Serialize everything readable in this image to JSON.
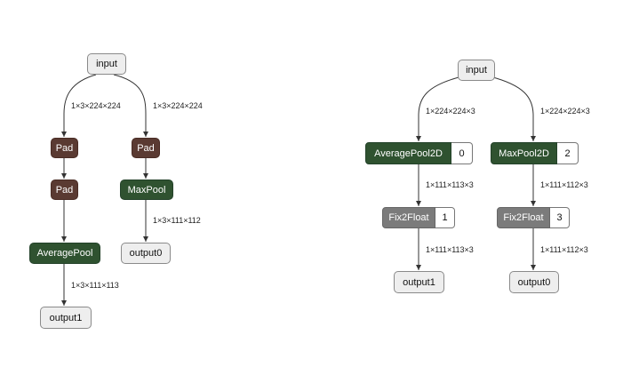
{
  "left_graph": {
    "nodes": {
      "input": "input",
      "pad_a": "Pad",
      "pad_b": "Pad",
      "pad_c": "Pad",
      "maxpool": "MaxPool",
      "averagepool": "AveragePool",
      "output0": "output0",
      "output1": "output1"
    },
    "edges": {
      "input_left": "1×3×224×224",
      "input_right": "1×3×224×224",
      "maxpool_out": "1×3×111×112",
      "averagepool_out": "1×3×111×113"
    }
  },
  "right_graph": {
    "nodes": {
      "input": "input",
      "averagepool2d": "AveragePool2D",
      "averagepool2d_index": "0",
      "maxpool2d": "MaxPool2D",
      "maxpool2d_index": "2",
      "fix2float_left": "Fix2Float",
      "fix2float_left_index": "1",
      "fix2float_right": "Fix2Float",
      "fix2float_right_index": "3",
      "output1": "output1",
      "output0": "output0"
    },
    "edges": {
      "input_left": "1×224×224×3",
      "input_right": "1×224×224×3",
      "avgpool_out": "1×111×113×3",
      "maxpool_out": "1×111×112×3",
      "fix_left_out": "1×111×113×3",
      "fix_right_out": "1×111×112×3"
    }
  }
}
